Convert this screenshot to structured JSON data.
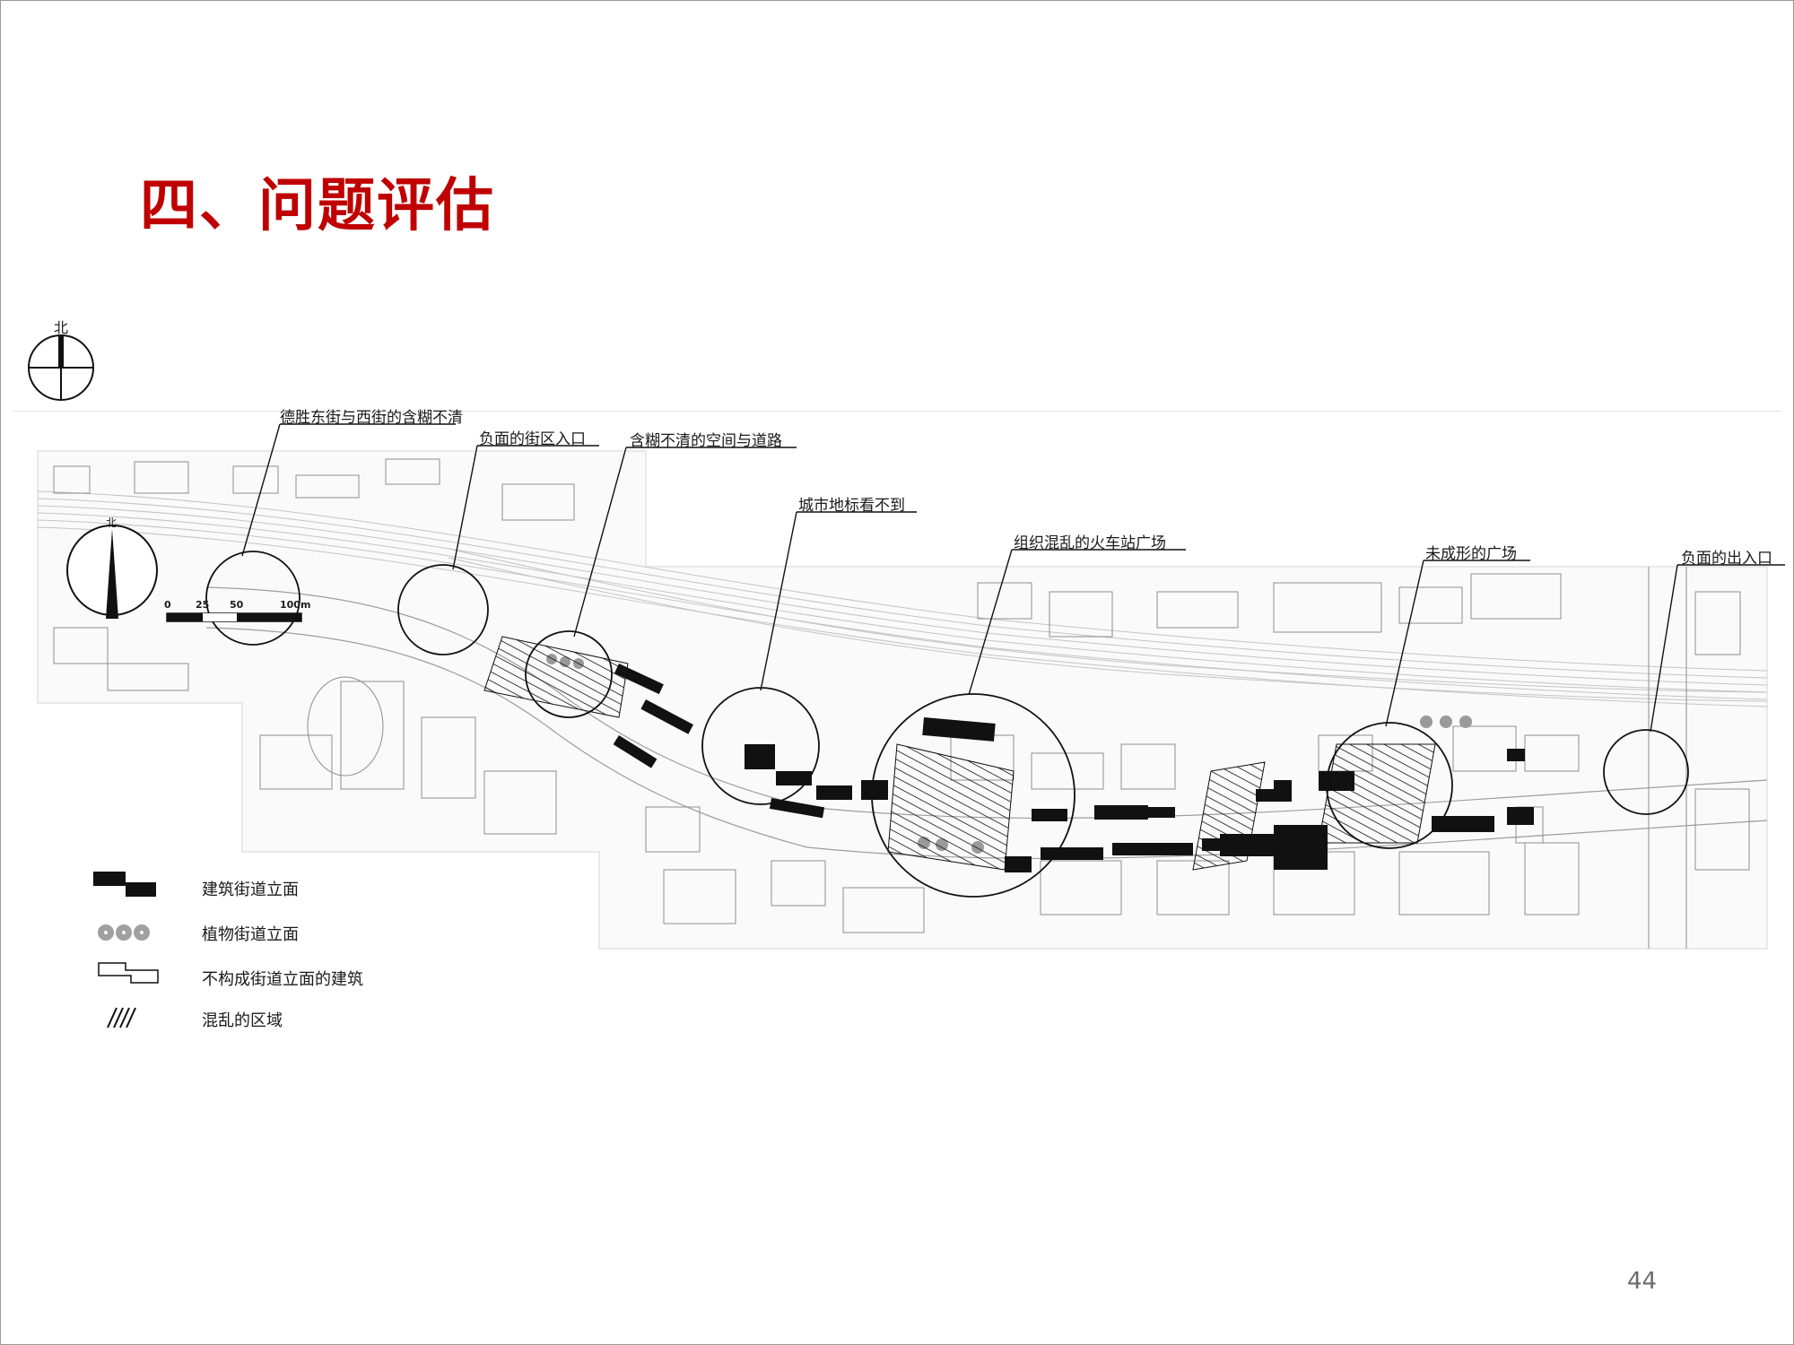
{
  "slide": {
    "title": "四、问题评估",
    "page_number": "44"
  },
  "north_arrow": {
    "top_label": "北",
    "inner_label": "北"
  },
  "scale_bar": {
    "ticks": [
      "0",
      "25",
      "50",
      "100m"
    ]
  },
  "annotations": [
    {
      "id": "ann1",
      "text": "德胜东街与西街的含糊不清"
    },
    {
      "id": "ann2",
      "text": "负面的街区入口"
    },
    {
      "id": "ann3",
      "text": "含糊不清的空间与道路"
    },
    {
      "id": "ann4",
      "text": "城市地标看不到"
    },
    {
      "id": "ann5",
      "text": "组织混乱的火车站广场"
    },
    {
      "id": "ann6",
      "text": "未成形的广场"
    },
    {
      "id": "ann7",
      "text": "负面的出入口"
    }
  ],
  "legend": [
    {
      "symbol": "solid-blocks",
      "label": "建筑街道立面"
    },
    {
      "symbol": "tree-circles",
      "label": "植物街道立面"
    },
    {
      "symbol": "outline-blocks",
      "label": "不构成街道立面的建筑"
    },
    {
      "symbol": "hatch",
      "label": "混乱的区域"
    }
  ],
  "colors": {
    "title": "#c00000",
    "ink": "#111111",
    "base_lines": "#b5b5b5",
    "trees": "#8a8a8a"
  }
}
